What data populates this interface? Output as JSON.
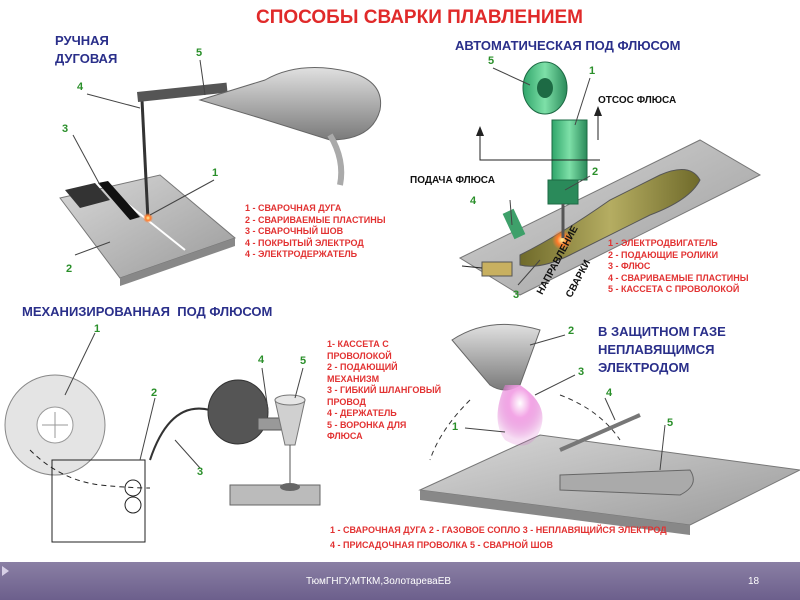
{
  "title": "СПОСОБЫ СВАРКИ ПЛАВЛЕНИЕМ",
  "manual": {
    "heading_line1": "РУЧНАЯ",
    "heading_line2": "ДУГОВАЯ",
    "legend": "1 -  СВАРОЧНАЯ ДУГА\n2 - СВАРИВАЕМЫЕ ПЛАСТИНЫ\n3 - СВАРОЧНЫЙ ШОВ\n4 - ПОКРЫТЫЙ ЭЛЕКТРОД\n4 -  ЭЛЕКТРОДЕРЖАТЕЛЬ",
    "callouts": [
      "1",
      "2",
      "3",
      "4",
      "5"
    ]
  },
  "automatic": {
    "heading": "АВТОМАТИЧЕСКАЯ ПОД ФЛЮСОМ",
    "flux_suction": "ОТСОС ФЛЮСА",
    "flux_feed": "ПОДАЧА ФЛЮСА",
    "weld_direction_line1": "НАПРАВЛЕНИЕ",
    "weld_direction_line2": "СВАРКИ",
    "legend": "1 - ЭЛЕКТРОДВИГАТЕЛЬ\n2 - ПОДАЮЩИЕ РОЛИКИ\n3 - ФЛЮС\n4 - СВАРИВАЕМЫЕ ПЛАСТИНЫ\n5 - КАССЕТА С ПРОВОЛОКОЙ",
    "callouts": [
      "1",
      "2",
      "3",
      "4",
      "5"
    ]
  },
  "mechanized": {
    "heading": "МЕХАНИЗИРОВАННАЯ  ПОД ФЛЮСОМ",
    "legend": "1- КАССЕТА С\n   ПРОВОЛОКОЙ\n2 - ПОДАЮЩИЙ\n   МЕХАНИЗМ\n3 - ГИБКИЙ ШЛАНГОВЫЙ\n   ПРОВОД\n4 - ДЕРЖАТЕЛЬ\n5 - ВОРОНКА ДЛЯ\n   ФЛЮСА",
    "callouts": [
      "1",
      "2",
      "3",
      "4",
      "5"
    ]
  },
  "gas": {
    "heading_line1": "В ЗАЩИТНОМ ГАЗЕ",
    "heading_line2": "НЕПЛАВЯЩИМСЯ",
    "heading_line3": "ЭЛЕКТРОДОМ",
    "legend_line1": "1 - СВАРОЧНАЯ ДУГА   2  - ГАЗОВОЕ СОПЛО   3 - НЕПЛАВЯЩИЙСЯ ЭЛЕКТРОД",
    "legend_line2": "4 - ПРИСАДОЧНАЯ ПРОВОЛКА    5 - СВАРНОЙ ШОВ",
    "callouts": [
      "1",
      "2",
      "3",
      "4",
      "5"
    ]
  },
  "footer": {
    "author": "ТюмГНГУ,МТКМ,ЗолотареваЕВ",
    "page_number": "18"
  },
  "colors": {
    "title": "#e02a2a",
    "heading": "#2a2f8a",
    "legend": "#e23232",
    "callout": "#2a8f2a",
    "footer_bg": "#7a6e98"
  }
}
